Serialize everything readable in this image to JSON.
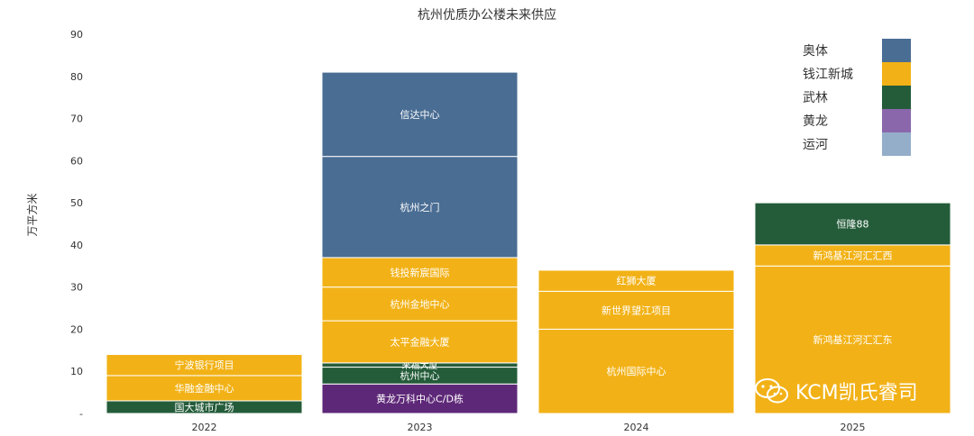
{
  "chart_data": {
    "type": "bar",
    "stacked": true,
    "title": "杭州优质办公楼未来供应",
    "ylabel": "万平方米",
    "ylim": [
      0,
      90
    ],
    "yticks": [
      "90",
      "80",
      "70",
      "60",
      "50",
      "40",
      "30",
      "20",
      "10",
      "-"
    ],
    "categories": [
      "2022",
      "2023",
      "2024",
      "2025"
    ],
    "legend": [
      {
        "name": "奥体",
        "color": "#4a6d93"
      },
      {
        "name": "钱江新城",
        "color": "#f2b217"
      },
      {
        "name": "武林",
        "color": "#245c3a"
      },
      {
        "name": "黄龙",
        "color": "#8a67ab"
      },
      {
        "name": "运河",
        "color": "#94adc9"
      }
    ],
    "bars": [
      {
        "category": "2022",
        "segments": [
          {
            "label": "国大城市广场",
            "value": 3,
            "color": "#245c3a"
          },
          {
            "label": "华融金融中心",
            "value": 6,
            "color": "#f2b217"
          },
          {
            "label": "宁波银行项目",
            "value": 5,
            "color": "#f2b217"
          }
        ]
      },
      {
        "category": "2023",
        "segments": [
          {
            "label": "黄龙万科中心C/D栋",
            "value": 7,
            "color": "#5e2878"
          },
          {
            "label": "杭州中心",
            "value": 4,
            "color": "#245c3a"
          },
          {
            "label": "来福大厦",
            "value": 1,
            "color": "#245c3a"
          },
          {
            "label": "太平金融大厦",
            "value": 10,
            "color": "#f2b217"
          },
          {
            "label": "杭州金地中心",
            "value": 8,
            "color": "#f2b217"
          },
          {
            "label": "钱投新宸国际",
            "value": 7,
            "color": "#f2b217"
          },
          {
            "label": "杭州之门",
            "value": 24,
            "color": "#4a6d93"
          },
          {
            "label": "信达中心",
            "value": 20,
            "color": "#4a6d93"
          }
        ]
      },
      {
        "category": "2024",
        "segments": [
          {
            "label": "杭州国际中心",
            "value": 20,
            "color": "#f2b217"
          },
          {
            "label": "新世界望江项目",
            "value": 9,
            "color": "#f2b217"
          },
          {
            "label": "红狮大厦",
            "value": 5,
            "color": "#f2b217"
          }
        ]
      },
      {
        "category": "2025",
        "segments": [
          {
            "label": "新鸿基江河汇汇东",
            "value": 35,
            "color": "#f2b217"
          },
          {
            "label": "新鸿基江河汇汇西",
            "value": 5,
            "color": "#f2b217"
          },
          {
            "label": "恒隆88",
            "value": 10,
            "color": "#245c3a"
          }
        ]
      }
    ]
  },
  "watermark": {
    "text": "KCM凯氏睿司"
  }
}
